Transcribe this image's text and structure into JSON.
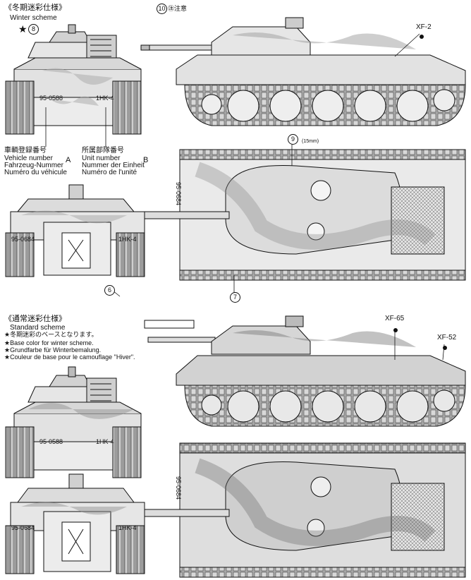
{
  "winter": {
    "title_jp": "《冬期迷彩仕様》",
    "title_en": "Winter scheme",
    "marker_num": "8"
  },
  "labels": {
    "vehicle_jp": "車輌登録番号",
    "vehicle_en": "Vehicle number",
    "vehicle_de": "Fahrzeug-Nummer",
    "vehicle_fr": "Numéro du véhicule",
    "unit_jp": "所属部隊番号",
    "unit_en": "Unit number",
    "unit_de": "Nummer der Einheit",
    "unit_fr": "Numéro de l'unité",
    "a": "A",
    "b": "B"
  },
  "markers": {
    "m6": "6",
    "m7": "7",
    "m9": "9",
    "m10": "10",
    "top_marker_text": "㊟注意",
    "hull_note": "(15mm)"
  },
  "paint_codes": {
    "xf2": "XF-2",
    "xf65": "XF-65",
    "xf52": "XF-52"
  },
  "plates": {
    "front_winter": "95-0588",
    "rear_winter": "95-0684",
    "front_standard": "95-0588",
    "rear_standard": "95-0684",
    "unit_front": "1HK-4",
    "unit_rear": "1HK-4",
    "side_plate_top": "95-0684",
    "side_plate_bottom": "95-0684"
  },
  "standard": {
    "title_jp": "《通常迷彩仕様》",
    "title_en": "Standard scheme",
    "note_jp": "★冬期迷彩のベースとなります。",
    "note_en": "★Base color for winter scheme.",
    "note_de": "★Grundfarbe für Winterbemalung.",
    "note_fr": "★Couleur de base pour le camouflage \"Hiver\"."
  }
}
